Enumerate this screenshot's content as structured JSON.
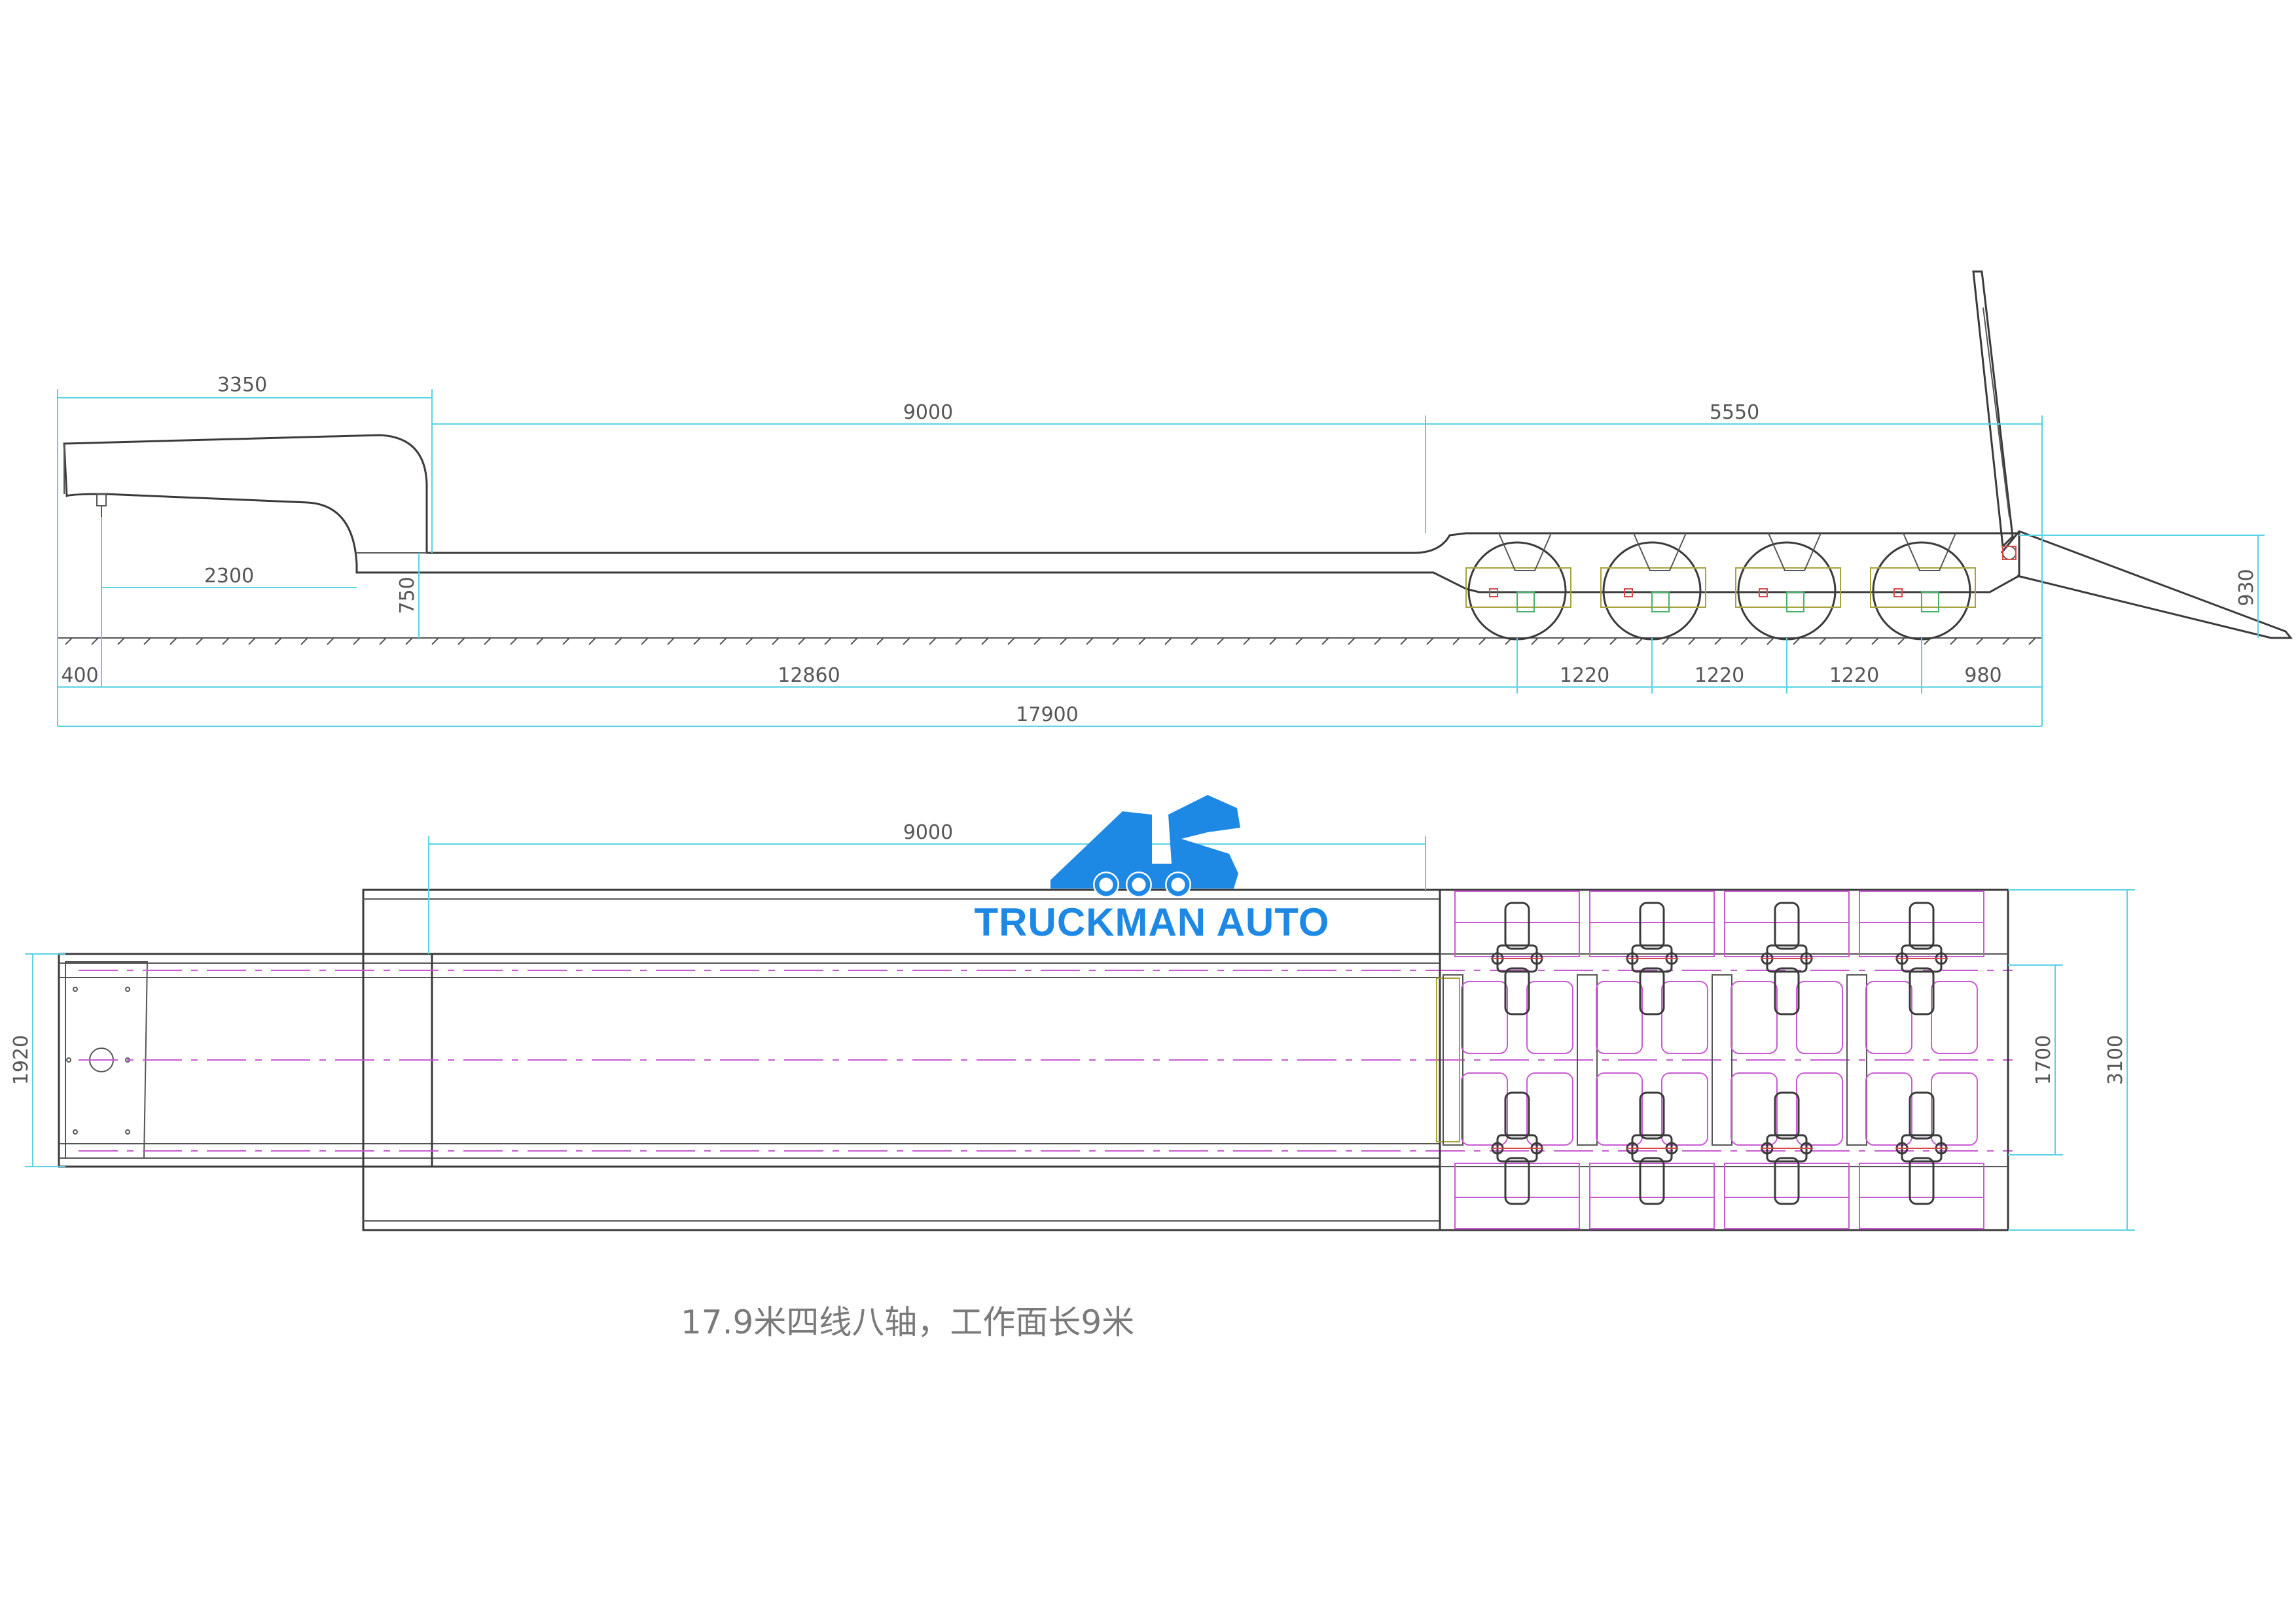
{
  "side_view": {
    "dimensions": {
      "gooseneck_length": "3350",
      "deck_length_top": "9000",
      "rear_section_length": "5550",
      "kingpin_to_step": "2300",
      "deck_height": "750",
      "rear_height": "930",
      "front_overhang": "400",
      "kingpin_to_axle": "12860",
      "axle_spacing_1": "1220",
      "axle_spacing_2": "1220",
      "axle_spacing_3": "1220",
      "rear_overhang": "980",
      "overall_length": "17900"
    }
  },
  "top_view": {
    "dimensions": {
      "deck_length": "9000",
      "gooseneck_width": "1920",
      "inner_width": "1700",
      "overall_width": "3100"
    }
  },
  "logo": {
    "brand_name": "TRUCKMAN AUTO",
    "color": "#1e88e5"
  },
  "caption": "17.9米四线八轴，工作面长9米",
  "colors": {
    "outline": "#3a3a3a",
    "dimension": "#5ad2e6",
    "axle_detail": "#c85ad2"
  }
}
